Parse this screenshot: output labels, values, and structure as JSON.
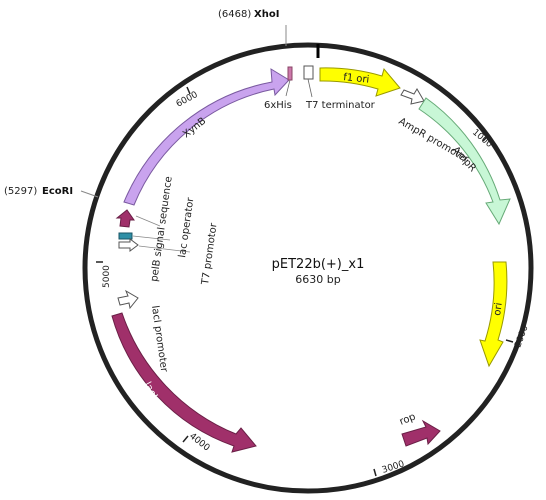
{
  "plasmid": {
    "name": "pET22b(+)_x1",
    "size_label": "6630 bp",
    "length_bp": 6630
  },
  "colors": {
    "backbone": "#222222",
    "xynb": "#c9a3ee",
    "f1ori": "#ffff00",
    "ampr": "#c8f7d6",
    "ori": "#ffff00",
    "laci": "#a0306a",
    "rop": "#a0306a",
    "pelb": "#a0306a",
    "lac_operator": "#2f8fa6",
    "his": "#cc77aa"
  },
  "restriction_sites": [
    {
      "position": "(6468)",
      "name": "XhoI",
      "bp": 6468
    },
    {
      "position": "(5297)",
      "name": "EcoRI",
      "bp": 5297
    }
  ],
  "ticks": [
    {
      "label": "1000",
      "bp": 1000
    },
    {
      "label": "2000",
      "bp": 2000
    },
    {
      "label": "3000",
      "bp": 3000
    },
    {
      "label": "4000",
      "bp": 4000
    },
    {
      "label": "5000",
      "bp": 5000
    },
    {
      "label": "6000",
      "bp": 6000
    }
  ],
  "features": {
    "xynb": "XynB",
    "his": "6xHis",
    "t7_terminator": "T7 terminator",
    "f1_ori": "f1 ori",
    "ampr_promoter": "AmpR promoter",
    "ampr": "AmpR",
    "ori": "ori",
    "rop": "rop",
    "laci": "lacI",
    "laci_promoter": "lacI promoter",
    "pelb": "pelB signal sequence",
    "lac_operator": "lac operator",
    "t7_promoter": "T7 promotor"
  }
}
